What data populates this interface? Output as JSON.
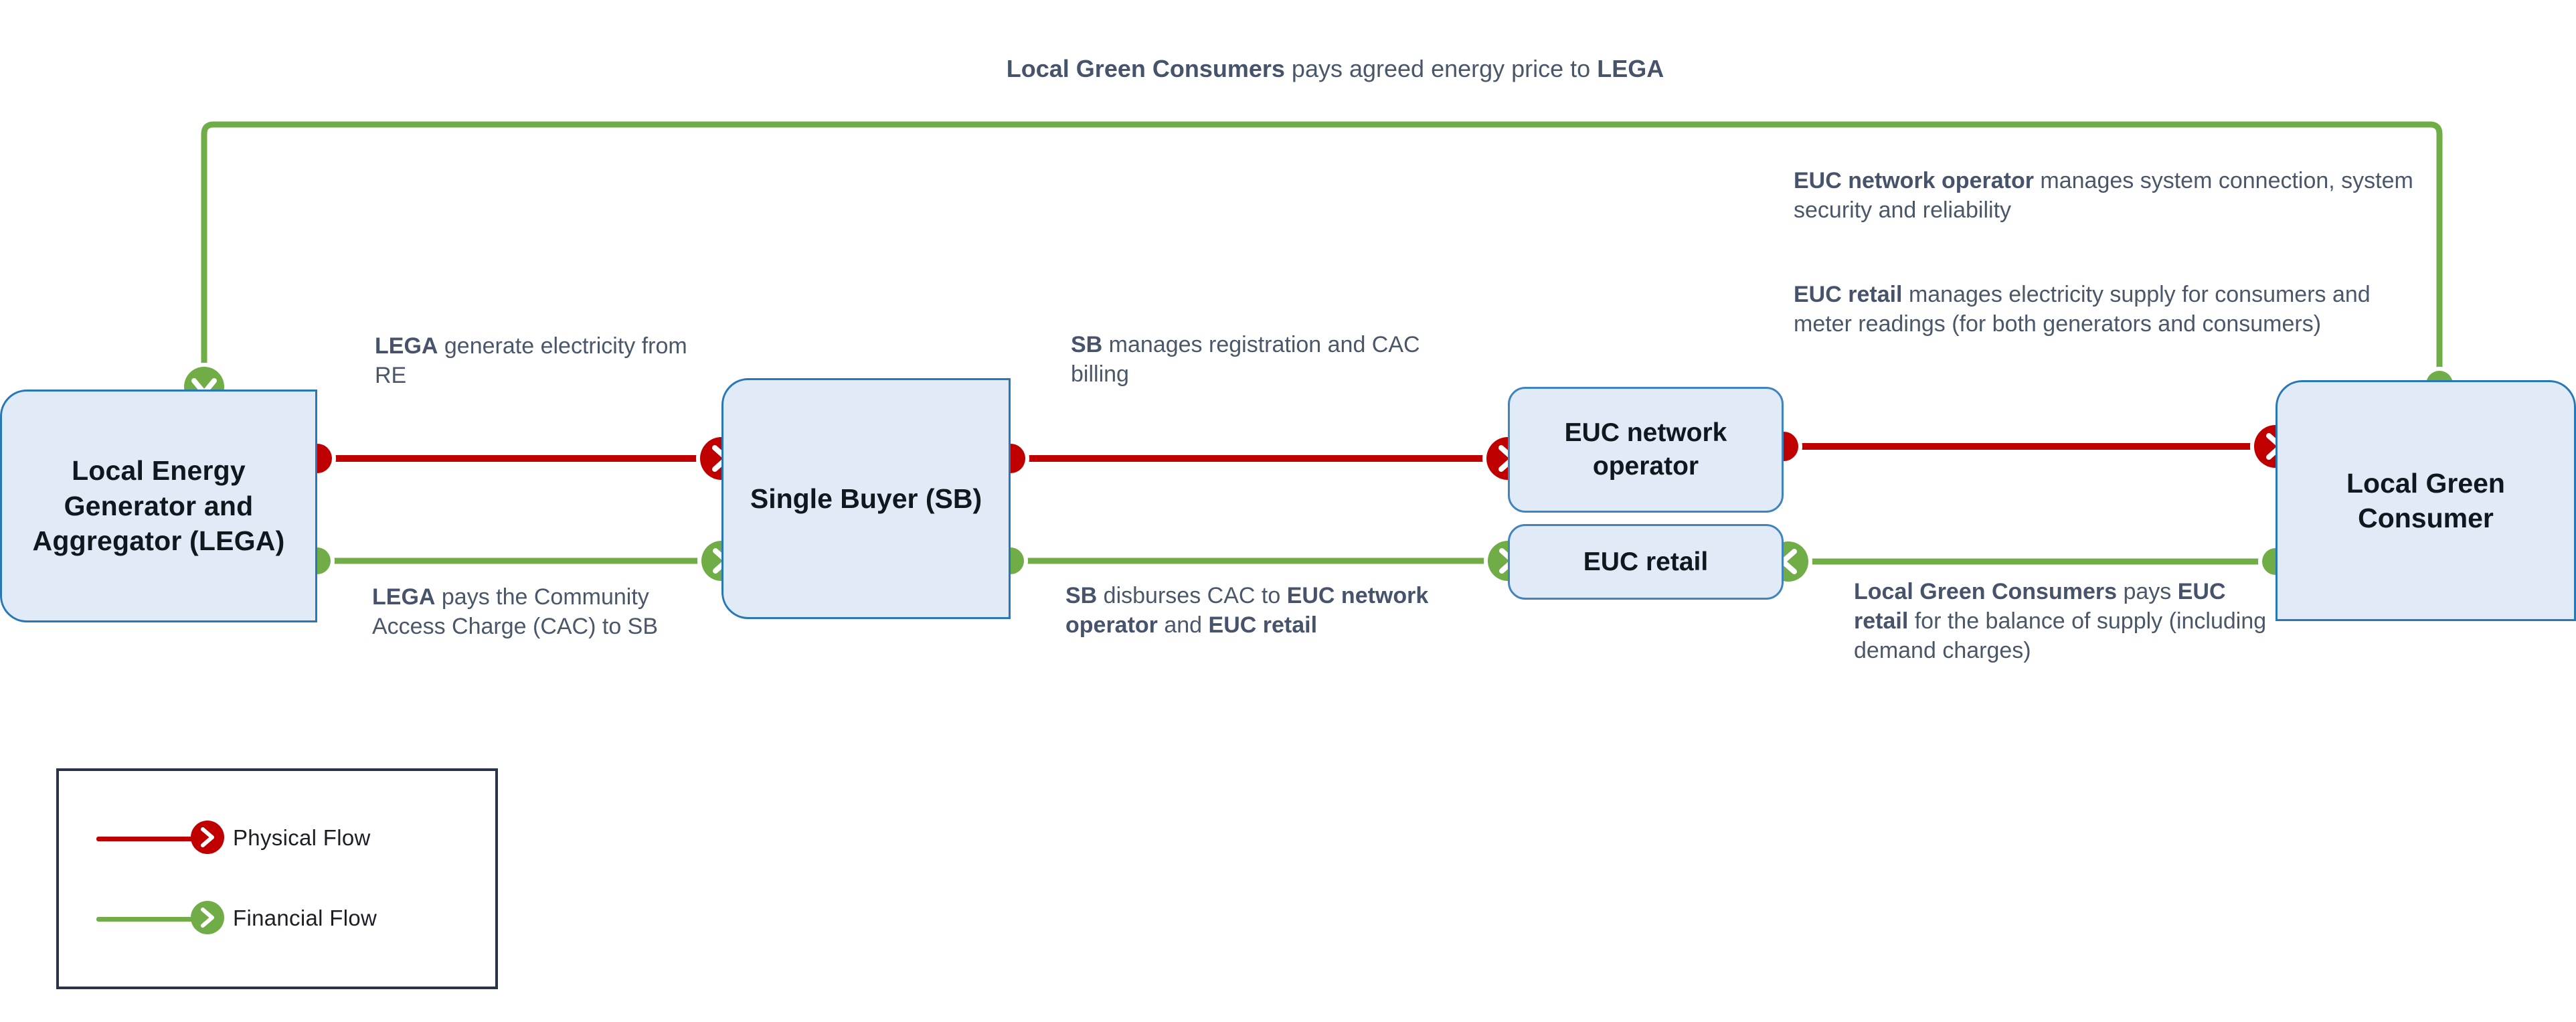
{
  "diagram": {
    "title_flow": "Local Green Consumers pays agreed energy price to LEGA",
    "colors": {
      "physical_flow": "#c00000",
      "financial_flow": "#70ad47",
      "node_fill": "#e0ebf7",
      "node_border": "#2878b8",
      "text": "#4a5769",
      "legend_border": "#2b3348"
    }
  },
  "nodes": {
    "lega": {
      "label": "Local Energy Generator and Aggregator (LEGA)"
    },
    "sb": {
      "label": "Single Buyer (SB)"
    },
    "euc_network": {
      "label": "EUC network operator"
    },
    "euc_retail": {
      "label": "EUC retail"
    },
    "lgc": {
      "label": "Local Green Consumer"
    }
  },
  "notes": {
    "top_financial": {
      "bold_1": "Local Green Consumers",
      "plain_1": " pays agreed energy price to ",
      "bold_2": "LEGA"
    },
    "lega_generate": {
      "bold_1": "LEGA",
      "plain_1": " generate electricity from RE"
    },
    "lega_pays_cac": {
      "bold_1": "LEGA",
      "plain_1": " pays the Community Access Charge (CAC) to SB"
    },
    "sb_manages": {
      "bold_1": "SB",
      "plain_1": " manages registration and CAC billing"
    },
    "sb_disburses": {
      "bold_1": "SB",
      "plain_1": " disburses CAC to ",
      "bold_2": "EUC network operator",
      "plain_2": " and ",
      "bold_3": "EUC retail"
    },
    "euc_network_manages": {
      "bold_1": "EUC network operator",
      "plain_1": " manages system connection, system security and reliability"
    },
    "euc_retail_manages": {
      "bold_1": "EUC retail",
      "plain_1": " manages electricity supply for consumers and meter readings (for both generators and consumers)"
    },
    "lgc_pays_retail": {
      "bold_1": "Local Green Consumers",
      "plain_1": " pays ",
      "bold_2": "EUC retail",
      "plain_2": " for the balance of supply (including demand charges)"
    }
  },
  "legend": {
    "items": [
      {
        "label": "Physical Flow",
        "color": "#c00000"
      },
      {
        "label": "Financial Flow",
        "color": "#70ad47"
      }
    ]
  }
}
